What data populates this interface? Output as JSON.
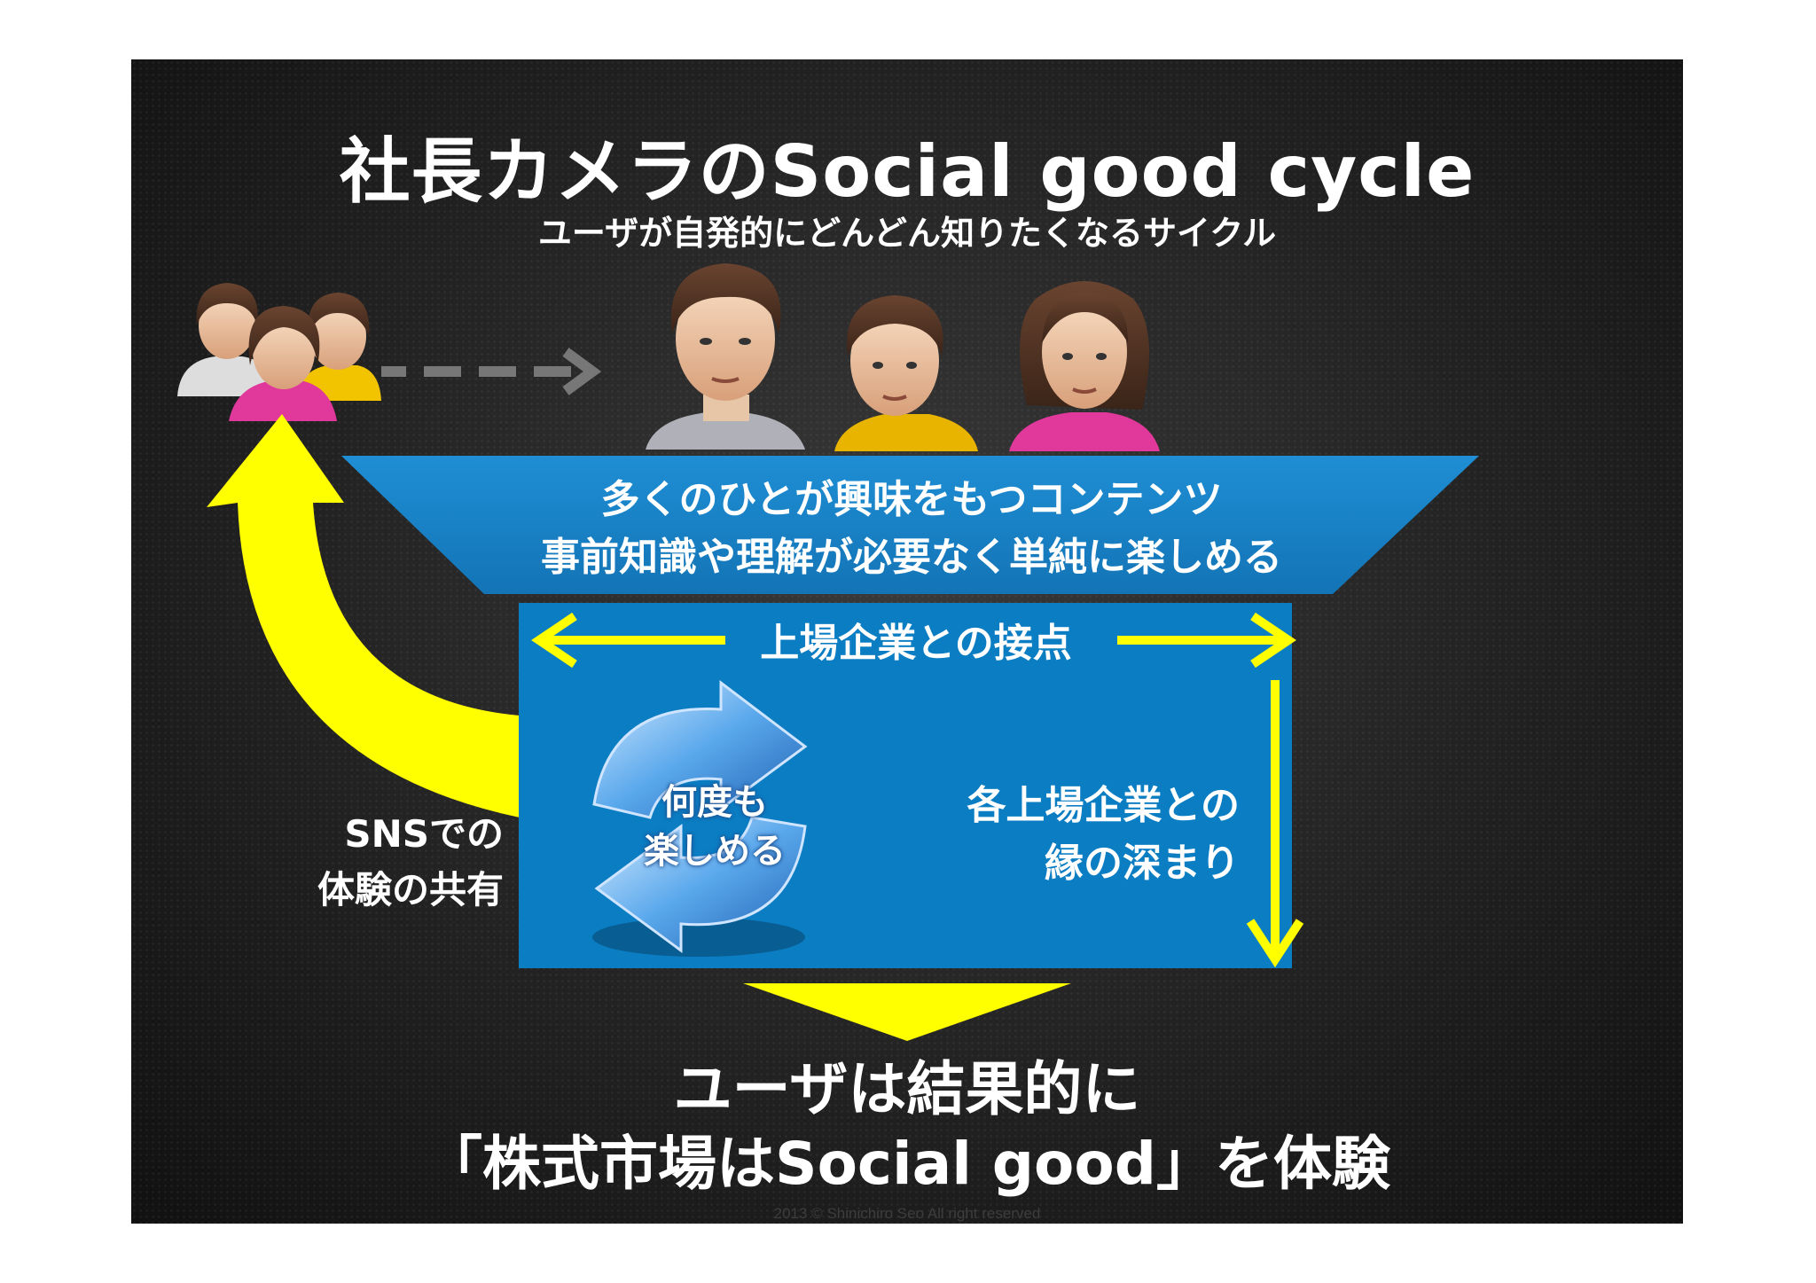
{
  "title": "社長カメラのSocial good cycle",
  "subtitle": "ユーザが自発的にどんどん知りたくなるサイクル",
  "funnel": {
    "line1": "多くのひとが興味をもつコンテンツ",
    "line2": "事前知識や理解が必要なく単純に楽しめる"
  },
  "box": {
    "header": "上場企業との接点",
    "cycle_line1": "何度も",
    "cycle_line2": "楽しめる",
    "right_line1": "各上場企業との",
    "right_line2": "縁の深まり"
  },
  "sns": {
    "line1": "SNSでの",
    "line2": "体験の共有"
  },
  "result": {
    "line1": "ユーザは結果的に",
    "line2": "「株式市場はSocial good」を体験"
  },
  "copyright": "2013 © Shinichiro Seo All right reserved",
  "colors": {
    "slide_bg": "#1e1e1e",
    "funnel_blue": "#1a82c4",
    "box_blue": "#0b7dc3",
    "arrow_yellow": "#ffff00",
    "dashed_arrow": "#777777",
    "text": "#ffffff"
  },
  "icons": [
    "user-group-icon",
    "dashed-arrow-icon",
    "ceo-face-icon",
    "refresh-cycle-icon"
  ]
}
